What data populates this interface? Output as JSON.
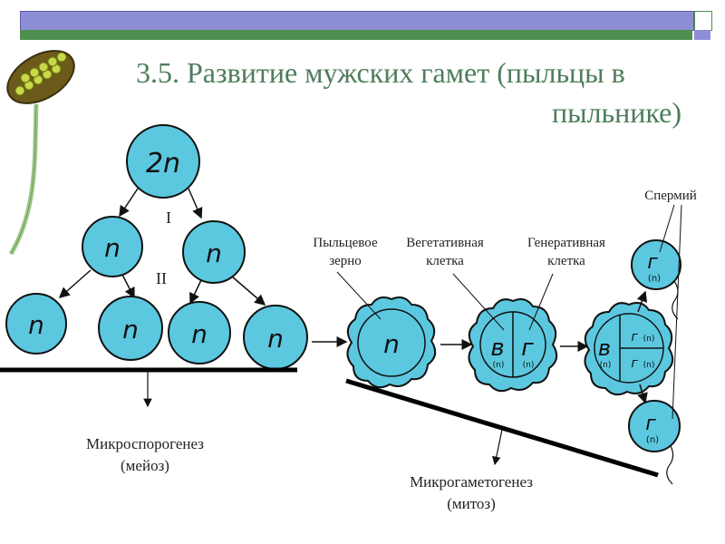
{
  "title": {
    "line1": "3.5. Развитие мужских гамет (пыльцы в",
    "line2": "пыльнике)"
  },
  "stages": {
    "meiosis_1": "I",
    "meiosis_2": "II"
  },
  "cells": {
    "diploid": "2n",
    "haploid": "n",
    "vegetative": "в",
    "generative": "г",
    "sub_n": "(n)"
  },
  "labels": {
    "pollen_grain_line1": "Пыльцевое",
    "pollen_grain_line2": "зерно",
    "vegetative_line1": "Вегетативная",
    "vegetative_line2": "клетка",
    "generative_line1": "Генеративная",
    "generative_line2": "клетка",
    "sperm": "Спермий",
    "microsporogenesis_line1": "Микроспорогенез",
    "microsporogenesis_line2": "(мейоз)",
    "microgametogenesis_line1": "Микрогаметогенез",
    "microgametogenesis_line2": "(митоз)"
  },
  "colors": {
    "cell_fill": "#5bc8e0",
    "outline": "#111111",
    "title": "#4d7d5c",
    "band_top": "#8e8ed6",
    "band_bottom": "#4f8f4f",
    "stamen_anther": "#6b5a1c",
    "stamen_pollen": "#c8d84a"
  }
}
